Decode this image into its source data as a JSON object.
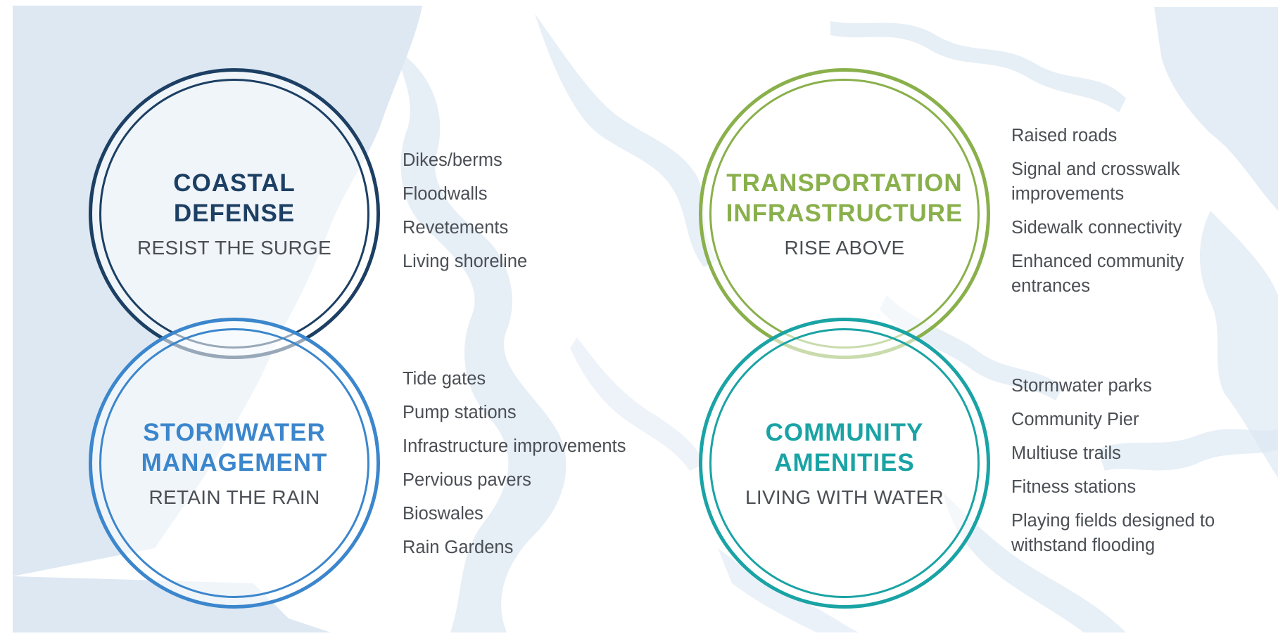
{
  "colors": {
    "map_water": "#dde8f3",
    "coastal": "#1c3f63",
    "stormwater": "#3b86cc",
    "transportation": "#89b04b",
    "community": "#1aa3a4",
    "item_text": "#4b4f55"
  },
  "quadrants": {
    "coastal": {
      "title_line1": "COASTAL",
      "title_line2": "DEFENSE",
      "subtitle": "RESIST THE SURGE",
      "items": [
        "Dikes/berms",
        "Floodwalls",
        "Revetements",
        "Living shoreline"
      ]
    },
    "stormwater": {
      "title_line1": "STORMWATER",
      "title_line2": "MANAGEMENT",
      "subtitle": "RETAIN THE RAIN",
      "items": [
        "Tide gates",
        "Pump stations",
        "Infrastructure improvements",
        "Pervious pavers",
        "Bioswales",
        "Rain Gardens"
      ]
    },
    "transportation": {
      "title_line1": "TRANSPORTATION",
      "title_line2": "INFRASTRUCTURE",
      "subtitle": "RISE ABOVE",
      "items": [
        "Raised roads",
        "Signal and crosswalk improvements",
        "Sidewalk connectivity",
        "Enhanced community entrances"
      ]
    },
    "community": {
      "title_line1": "COMMUNITY",
      "title_line2": "AMENITIES",
      "subtitle": "LIVING WITH WATER",
      "items": [
        "Stormwater parks",
        "Community Pier",
        "Multiuse trails",
        "Fitness stations",
        "Playing fields designed to withstand flooding"
      ]
    }
  }
}
